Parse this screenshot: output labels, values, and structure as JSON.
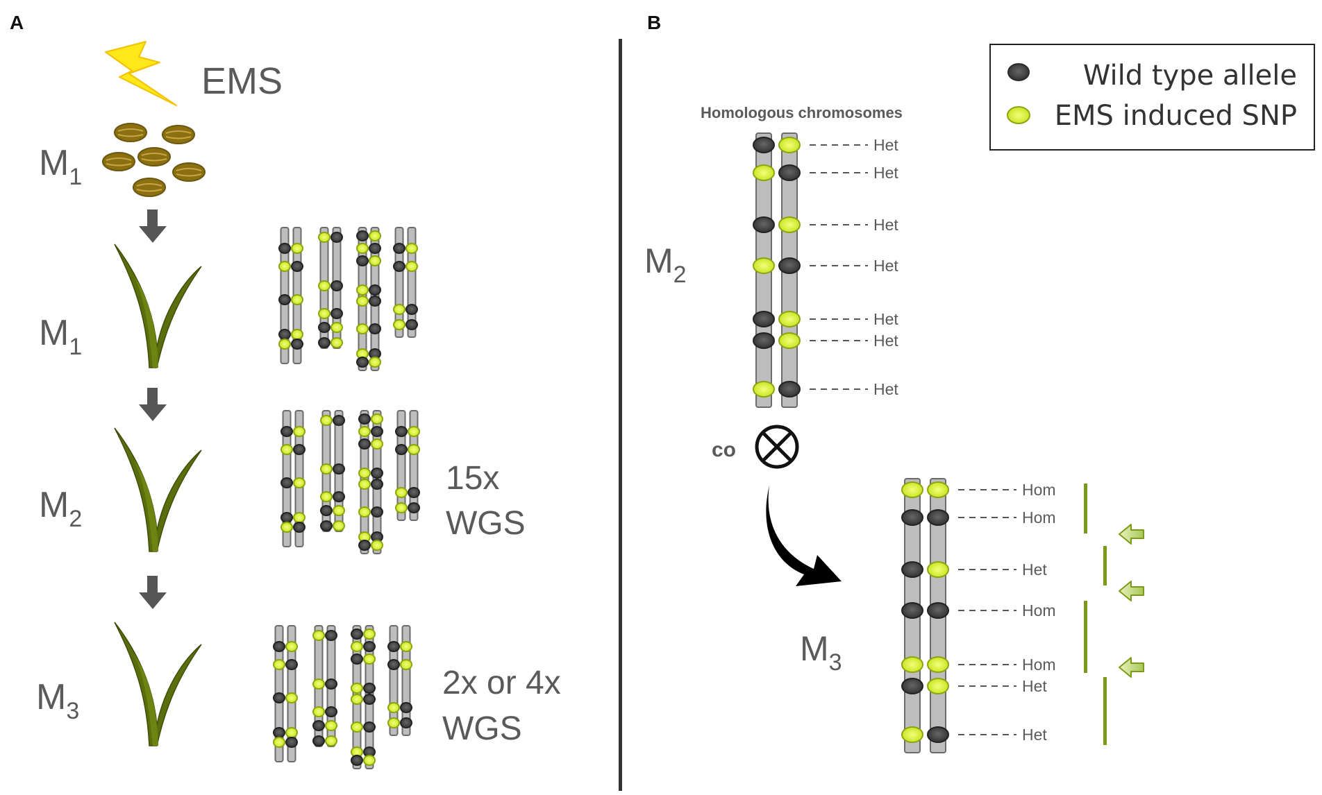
{
  "panels": {
    "a": {
      "letter": "A"
    },
    "b": {
      "letter": "B"
    }
  },
  "panel_a": {
    "mutagen_label": "EMS",
    "generations": [
      {
        "id": "seeds",
        "base": "M",
        "sub": "1"
      },
      {
        "id": "plant1",
        "base": "M",
        "sub": "1"
      },
      {
        "id": "plant2",
        "base": "M",
        "sub": "2"
      },
      {
        "id": "plant3",
        "base": "M",
        "sub": "3"
      }
    ],
    "sequencing": [
      {
        "row": "M2",
        "line1": "15x",
        "line2": "WGS"
      },
      {
        "row": "M3",
        "line1": "2x or 4x",
        "line2": "WGS"
      }
    ]
  },
  "panel_b": {
    "legend": {
      "items": [
        {
          "label": "Wild type allele",
          "color": "#4a4a4a"
        },
        {
          "label": "EMS induced SNP",
          "color": "#d9f23a"
        }
      ]
    },
    "chromosome_title": "Homologous chromosomes",
    "m2": {
      "base": "M",
      "sub": "2",
      "loci": [
        {
          "left": "wt",
          "right": "snp",
          "status": "Het"
        },
        {
          "left": "snp",
          "right": "wt",
          "status": "Het"
        },
        {
          "left": "wt",
          "right": "snp",
          "status": "Het"
        },
        {
          "left": "snp",
          "right": "wt",
          "status": "Het"
        },
        {
          "left": "wt",
          "right": "snp",
          "status": "Het"
        },
        {
          "left": "wt",
          "right": "snp",
          "status": "Het"
        },
        {
          "left": "snp",
          "right": "wt",
          "status": "Het"
        }
      ]
    },
    "crossing_label": "co",
    "m3": {
      "base": "M",
      "sub": "3",
      "loci": [
        {
          "left": "snp",
          "right": "snp",
          "status": "Hom"
        },
        {
          "left": "wt",
          "right": "wt",
          "status": "Hom"
        },
        {
          "left": "wt",
          "right": "snp",
          "status": "Het"
        },
        {
          "left": "wt",
          "right": "wt",
          "status": "Hom"
        },
        {
          "left": "snp",
          "right": "snp",
          "status": "Hom"
        },
        {
          "left": "wt",
          "right": "snp",
          "status": "Het"
        },
        {
          "left": "snp",
          "right": "wt",
          "status": "Het"
        }
      ]
    }
  },
  "colors": {
    "wt_allele": "#4a4a4a",
    "snp": "#d9f23a",
    "chromosome": "#bdbdbd",
    "plant": "#5b6e0e",
    "seed": "#8b7012",
    "lightning": "#ffe81a",
    "arrow_gray": "#555555",
    "divider": "#333333",
    "block_green": "#7c9a1a"
  },
  "icons": [
    "lightning-icon",
    "seed-icon",
    "plant-icon",
    "down-arrow-icon",
    "crossover-symbol-icon",
    "curved-arrow-icon",
    "green-arrow-icon"
  ]
}
